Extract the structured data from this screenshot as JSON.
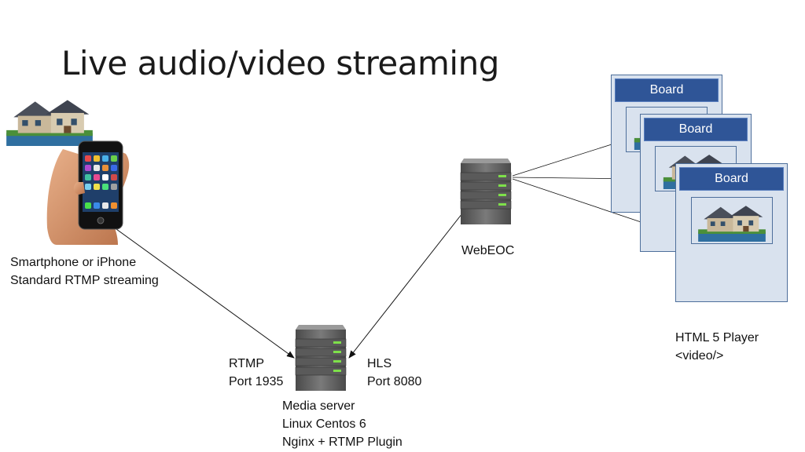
{
  "slide": {
    "title": "Live audio/video streaming"
  },
  "source": {
    "lines": [
      "Smartphone or iPhone",
      "Standard RTMP streaming"
    ]
  },
  "webeoc": {
    "label": "WebEOC"
  },
  "media_server": {
    "rtmp_lines": [
      "RTMP",
      "Port 1935"
    ],
    "hls_lines": [
      "HLS",
      "Port 8080"
    ],
    "description_lines": [
      "Media server",
      "Linux Centos 6",
      "Nginx + RTMP Plugin"
    ]
  },
  "player": {
    "lines": [
      "HTML 5 Player",
      "<video/>"
    ],
    "boards": [
      {
        "header": "Board"
      },
      {
        "header": "Board"
      },
      {
        "header": "Board"
      }
    ]
  },
  "colors": {
    "board_header": "#2f5597",
    "board_body": "#d9e2ee",
    "board_border": "#4e6f9b",
    "server_body": "#6b6b6b",
    "server_light": "#7ee04a"
  },
  "icons": {
    "house": "house-icon",
    "phone": "smartphone-in-hand-icon",
    "server": "server-tower-icon"
  }
}
